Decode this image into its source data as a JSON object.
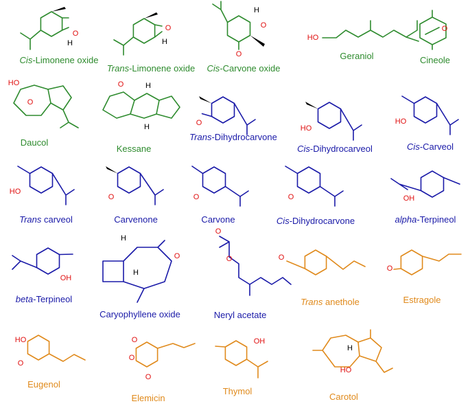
{
  "colors": {
    "green": "#2e8b2e",
    "blue": "#1a1aa8",
    "orange": "#e08a1c",
    "heteroatom_red": "#e01010",
    "black": "#000000"
  },
  "compounds": [
    {
      "id": "cis-limonene-oxide",
      "color": "green",
      "prefix": "Cis",
      "name": "-Limonene oxide"
    },
    {
      "id": "trans-limonene-oxide",
      "color": "green",
      "prefix": "Trans",
      "name": "-Limonene oxide"
    },
    {
      "id": "cis-carvone-oxide",
      "color": "green",
      "prefix": "Cis",
      "name": "-Carvone oxide"
    },
    {
      "id": "geraniol",
      "color": "green",
      "prefix": "",
      "name": "Geraniol"
    },
    {
      "id": "cineole",
      "color": "green",
      "prefix": "",
      "name": "Cineole"
    },
    {
      "id": "daucol",
      "color": "green",
      "prefix": "",
      "name": "Daucol"
    },
    {
      "id": "kessane",
      "color": "green",
      "prefix": "",
      "name": "Kessane"
    },
    {
      "id": "trans-dihydrocarvone",
      "color": "blue",
      "prefix": "Trans",
      "name": "-Dihydrocarvone"
    },
    {
      "id": "cis-dihydrocarveol",
      "color": "blue",
      "prefix": "Cis",
      "name": "-Dihydrocarveol"
    },
    {
      "id": "cis-carveol",
      "color": "blue",
      "prefix": "Cis",
      "name": "-Carveol"
    },
    {
      "id": "trans-carveol",
      "color": "blue",
      "prefix": "Trans",
      "name": " carveol"
    },
    {
      "id": "carvenone",
      "color": "blue",
      "prefix": "",
      "name": "Carvenone"
    },
    {
      "id": "carvone",
      "color": "blue",
      "prefix": "",
      "name": "Carvone"
    },
    {
      "id": "cis-dihydrocarvone",
      "color": "blue",
      "prefix": "Cis",
      "name": "-Dihydrocarvone"
    },
    {
      "id": "alpha-terpineol",
      "color": "blue",
      "prefix": "alpha",
      "name": "-Terpineol"
    },
    {
      "id": "beta-terpineol",
      "color": "blue",
      "prefix": "beta",
      "name": "-Terpineol"
    },
    {
      "id": "caryophyllene-oxide",
      "color": "blue",
      "prefix": "",
      "name": "Caryophyllene oxide"
    },
    {
      "id": "neryl-acetate",
      "color": "blue",
      "prefix": "",
      "name": "Neryl acetate"
    },
    {
      "id": "trans-anethole",
      "color": "orange",
      "prefix": "Trans",
      "name": " anethole"
    },
    {
      "id": "estragole",
      "color": "orange",
      "prefix": "",
      "name": "Estragole"
    },
    {
      "id": "eugenol",
      "color": "orange",
      "prefix": "",
      "name": "Eugenol"
    },
    {
      "id": "elemicin",
      "color": "orange",
      "prefix": "",
      "name": "Elemicin"
    },
    {
      "id": "thymol",
      "color": "orange",
      "prefix": "",
      "name": "Thymol"
    },
    {
      "id": "carotol",
      "color": "orange",
      "prefix": "",
      "name": "Carotol"
    }
  ],
  "atom_labels": {
    "O": "O",
    "H": "H",
    "HO": "HO",
    "OH": "OH"
  }
}
